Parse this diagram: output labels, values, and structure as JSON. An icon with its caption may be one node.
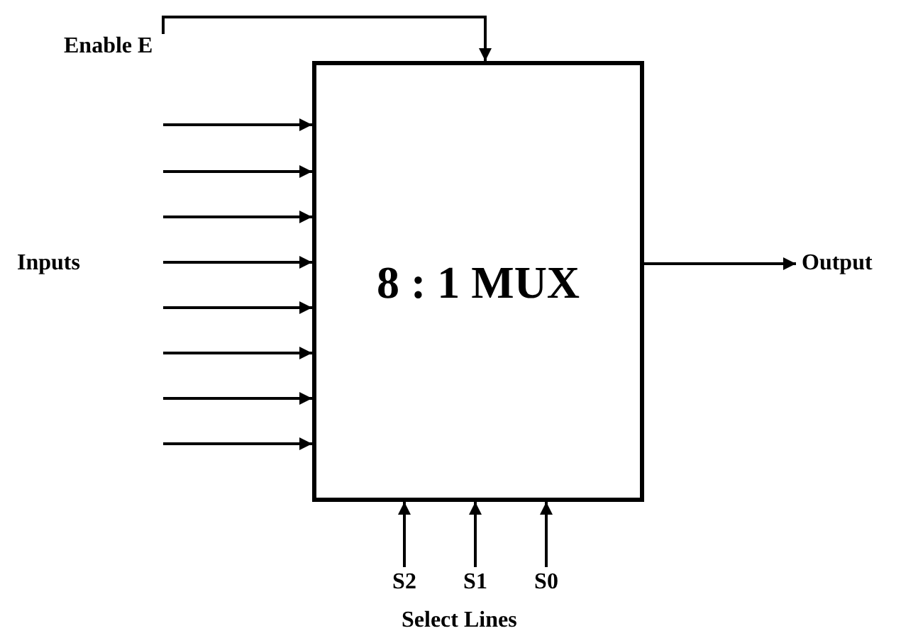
{
  "diagram": {
    "nodes": [
      {
        "text": [
          "8 : 1 MUX"
        ]
      },
      {
        "text": [
          "Enable E"
        ]
      },
      {
        "text": [
          "Output"
        ]
      },
      {
        "text": [
          "S2"
        ]
      },
      {
        "text": [
          "S1"
        ]
      },
      {
        "text": [
          "S0"
        ]
      }
    ],
    "edges": [
      {
        "from": 1,
        "to": 0,
        "arrow": "to"
      },
      {
        "from": null,
        "to": 0,
        "arrow": "to"
      },
      {
        "from": null,
        "to": 0,
        "arrow": "to"
      },
      {
        "from": null,
        "to": 0,
        "arrow": "to"
      },
      {
        "from": null,
        "to": 0,
        "arrow": "to"
      },
      {
        "from": null,
        "to": 0,
        "arrow": "to"
      },
      {
        "from": null,
        "to": 0,
        "arrow": "to"
      },
      {
        "from": null,
        "to": 0,
        "arrow": "to"
      },
      {
        "from": null,
        "to": 0,
        "arrow": "to"
      },
      {
        "from": 0,
        "to": 2,
        "arrow": "to"
      },
      {
        "from": 3,
        "to": 0,
        "arrow": "to"
      },
      {
        "from": 4,
        "to": 0,
        "arrow": "to"
      },
      {
        "from": 5,
        "to": 0,
        "arrow": "to"
      }
    ],
    "labels": [
      "Inputs",
      "Select Lines"
    ]
  }
}
